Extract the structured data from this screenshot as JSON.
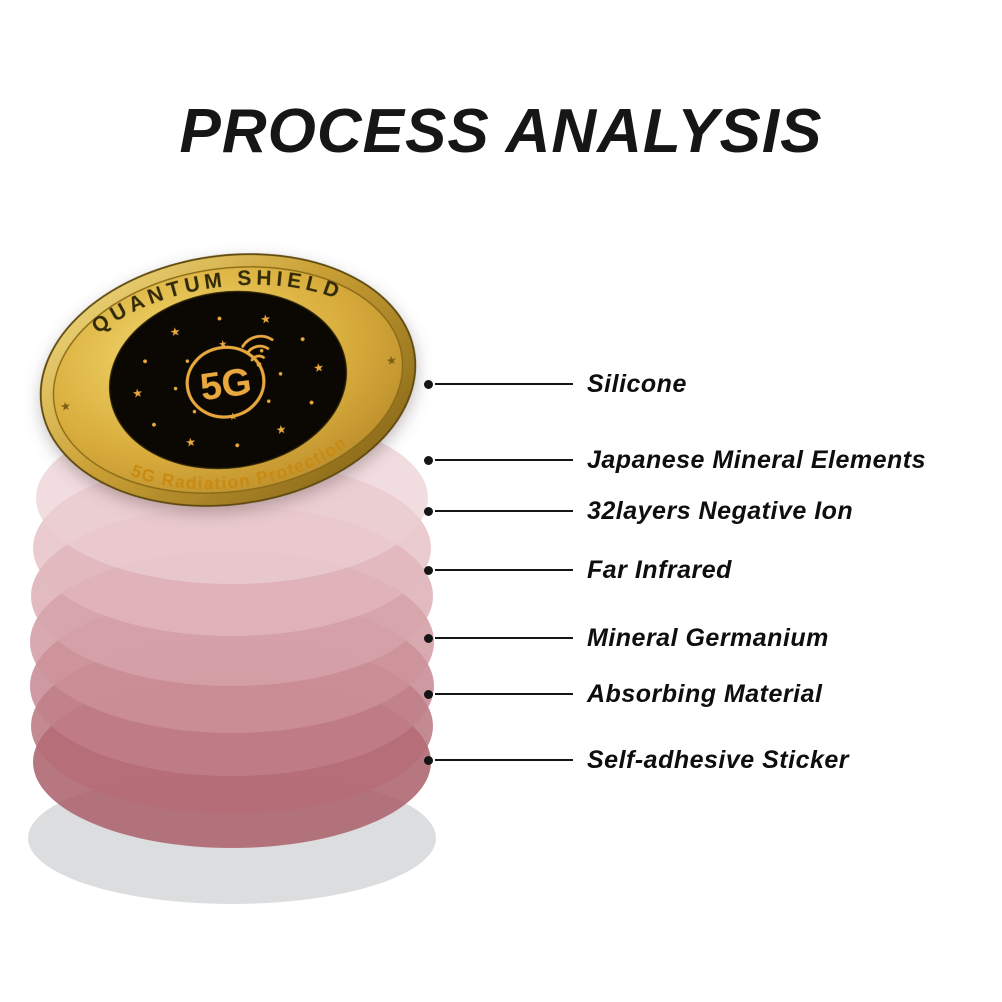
{
  "title": "PROCESS ANALYSIS",
  "sticker": {
    "top_arc": "QUANTUM SHIELD",
    "center_label": "5G",
    "bottom_arc": "5G Radiation Protection"
  },
  "layers": [
    {
      "label": "Silicone",
      "color": "#eccfd3"
    },
    {
      "label": "Japanese Mineral Elements",
      "color": "#e2b9be"
    },
    {
      "label": "32layers Negative Ion",
      "color": "#d7a4ab"
    },
    {
      "label": "Far Infrared",
      "color": "#cd929a"
    },
    {
      "label": "Mineral Germanium",
      "color": "#c27f89"
    },
    {
      "label": "Absorbing Material",
      "color": "#b56d77"
    },
    {
      "label": "Self-adhesive Sticker",
      "color": "#aa5f6b"
    }
  ],
  "shadow_color": "#d8d9da",
  "accent_gold": "#eaa93f"
}
